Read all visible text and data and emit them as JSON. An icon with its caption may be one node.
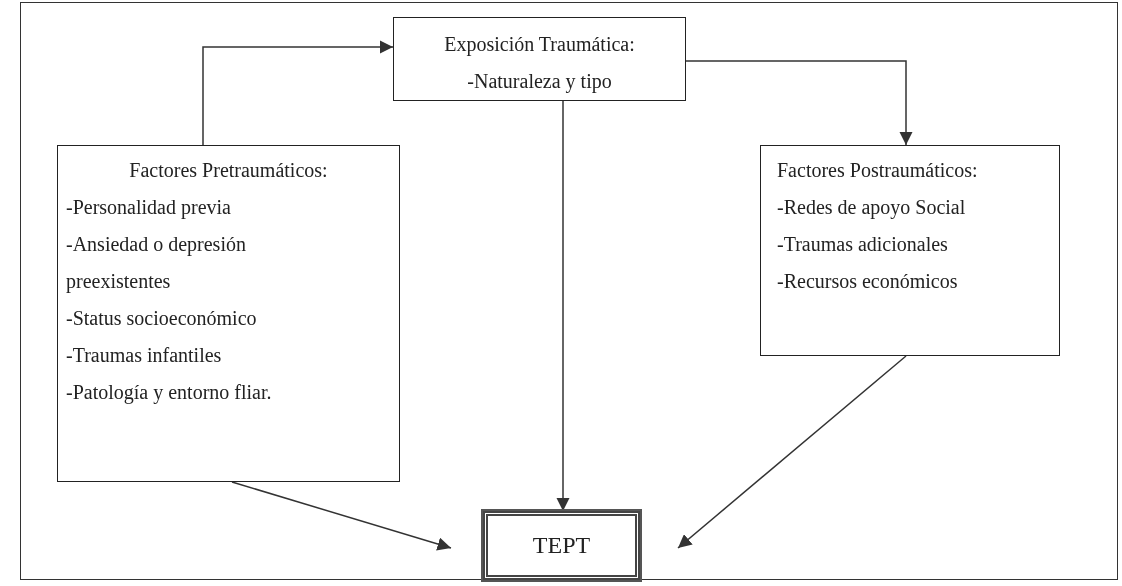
{
  "diagram": {
    "nodes": [
      {
        "text": [
          "Exposición Traumática:",
          "-Naturaleza y tipo"
        ]
      },
      {
        "text": [
          "Factores  Pretraumáticos:",
          "-Personalidad previa",
          "-Ansiedad o depresión preexistentes",
          "-Status socioeconómico",
          "-Traumas infantiles",
          "-Patología y entorno fliar."
        ]
      },
      {
        "text": [
          "Factores Postraumáticos:",
          "-Redes de apoyo Social",
          "-Traumas adicionales",
          "-Recursos económicos"
        ]
      },
      {
        "text": [
          "TEPT"
        ]
      }
    ],
    "edges": [
      {
        "from": 1,
        "to": 0,
        "arrow": "to"
      },
      {
        "from": 0,
        "to": 2,
        "arrow": "to"
      },
      {
        "from": 0,
        "to": 3,
        "arrow": "to"
      },
      {
        "from": 1,
        "to": 3,
        "arrow": "to"
      },
      {
        "from": 2,
        "to": 3,
        "arrow": "to"
      }
    ]
  }
}
